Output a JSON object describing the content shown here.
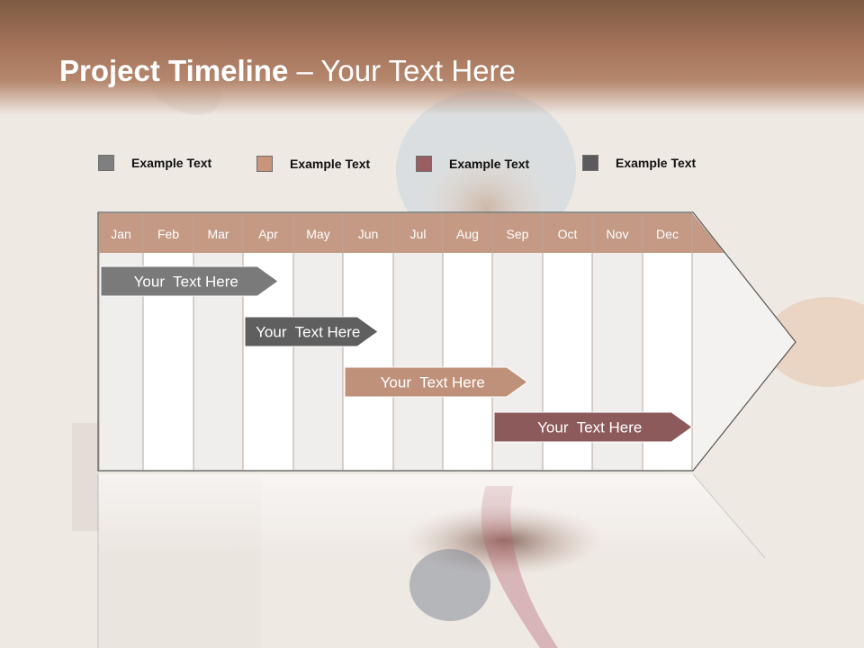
{
  "slide": {
    "title_main": "Project Timeline",
    "title_rest": " – Your Text Here"
  },
  "legend": [
    {
      "label": "Example Text",
      "color": "#7f7f7f"
    },
    {
      "label": "Example Text",
      "color": "#c9957a"
    },
    {
      "label": "Example Text",
      "color": "#9a5d60"
    },
    {
      "label": "Example Text",
      "color": "#5b5b5b"
    }
  ],
  "months": [
    "Jan",
    "Feb",
    "Mar",
    "Apr",
    "May",
    "Jun",
    "Jul",
    "Aug",
    "Sep",
    "Oct",
    "Nov",
    "Dec"
  ],
  "tasks": [
    {
      "label": "Your  Text Here",
      "start_month": "Jan",
      "end_month": "Apr",
      "color": "#7a7a7a"
    },
    {
      "label": "Your  Text Here",
      "start_month": "Apr",
      "end_month": "Jun",
      "color": "#5f5f5f"
    },
    {
      "label": "Your  Text Here",
      "start_month": "Jun",
      "end_month": "Sep",
      "color": "#c0917a"
    },
    {
      "label": "Your  Text Here",
      "start_month": "Sep",
      "end_month": "Dec",
      "color": "#8d5a5c"
    }
  ],
  "colors": {
    "header_fill": "#c49a85",
    "title_bar": "#a4735a"
  }
}
